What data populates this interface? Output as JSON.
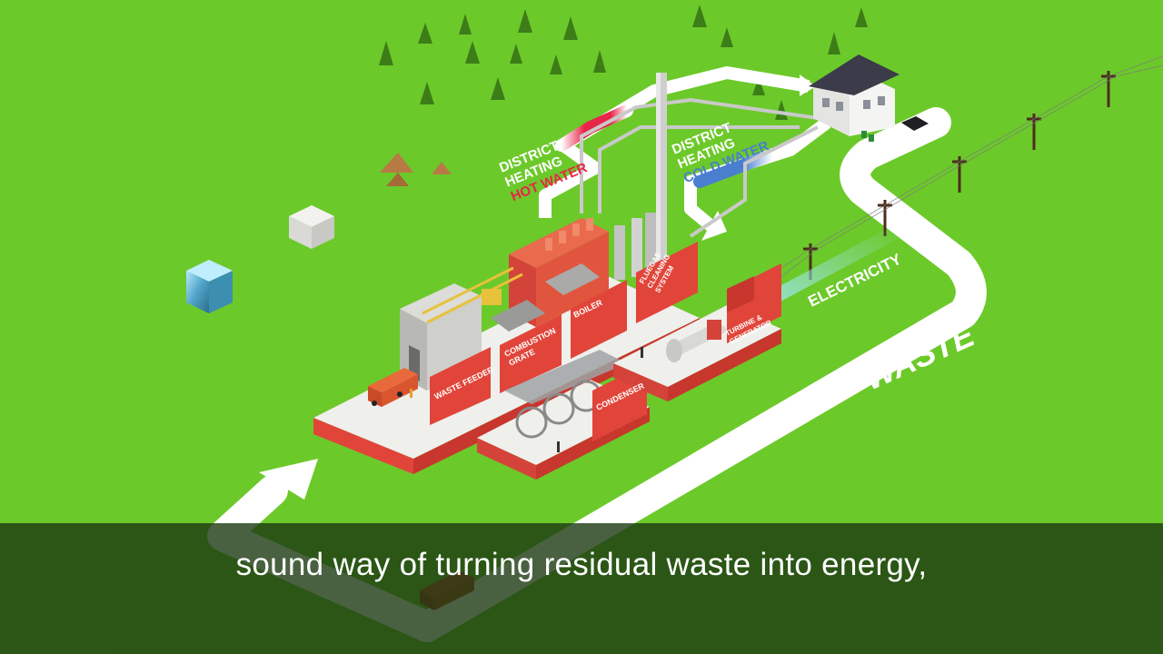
{
  "labels": {
    "district_heating_hot": {
      "line1": "DISTRICT",
      "line2": "HEATING",
      "line3": "HOT WATER"
    },
    "district_heating_cold": {
      "line1": "DISTRICT",
      "line2": "HEATING",
      "line3": "COLD WATER"
    },
    "electricity": "ELECTRICITY",
    "waste": "WASTE",
    "waste_feeder": "WASTE FEEDER",
    "combustion_grate": {
      "line1": "COMBUSTION",
      "line2": "GRATE"
    },
    "boiler": "BOILER",
    "fluegas": {
      "line1": "FLUEGAS",
      "line2": "CLEANING",
      "line3": "SYSTEM"
    },
    "condenser": "CONDENSER",
    "turbine": {
      "line1": "TURBINE &",
      "line2": "GENERATOR"
    }
  },
  "caption": "sound way of turning residual waste into energy,",
  "colors": {
    "grass": "#6cc92a",
    "plant_red": "#e2453a",
    "hot_water": "#e8264a",
    "cold_water": "#4a7fd0",
    "electricity_glow": "#9fe7f0",
    "road": "#ffffff",
    "caption_bar": "#1c3a12"
  },
  "icons": [
    "house-icon",
    "car-icon",
    "garbage-truck-icon",
    "tree-icon",
    "power-pylon-icon",
    "chimney-icon",
    "worker-icon"
  ]
}
